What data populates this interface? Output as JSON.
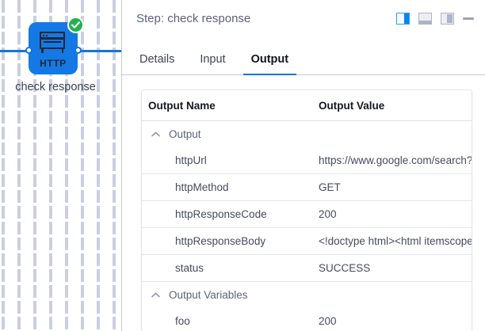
{
  "canvas": {
    "node": {
      "icon_name": "http-node-icon",
      "icon_text": "HTTP",
      "caption": "check response",
      "status_icon": "success-check-icon"
    }
  },
  "panel": {
    "header": {
      "title": "Step: check response",
      "actions": [
        {
          "name": "layout-right-split-button",
          "active": true
        },
        {
          "name": "layout-bottom-split-button",
          "active": false
        },
        {
          "name": "layout-left-split-button",
          "active": false
        },
        {
          "name": "minimize-button",
          "active": false
        }
      ]
    },
    "tabs": [
      {
        "label": "Details",
        "active": false
      },
      {
        "label": "Input",
        "active": false
      },
      {
        "label": "Output",
        "active": true
      }
    ],
    "table": {
      "columns": {
        "name": "Output Name",
        "value": "Output Value"
      },
      "groups": [
        {
          "label": "Output",
          "expanded": true,
          "rows": [
            {
              "name": "httpUrl",
              "value": "https://www.google.com/search?q="
            },
            {
              "name": "httpMethod",
              "value": "GET"
            },
            {
              "name": "httpResponseCode",
              "value": "200"
            },
            {
              "name": "httpResponseBody",
              "value": "<!doctype html><html itemscope='"
            },
            {
              "name": "status",
              "value": "SUCCESS"
            }
          ]
        },
        {
          "label": "Output Variables",
          "expanded": true,
          "rows": [
            {
              "name": "foo",
              "value": "200"
            }
          ]
        }
      ]
    }
  },
  "colors": {
    "node_blue": "#1479e4",
    "accent_blue": "#1574dd",
    "success_green": "#22b24c",
    "text_slate": "#454b5e"
  }
}
